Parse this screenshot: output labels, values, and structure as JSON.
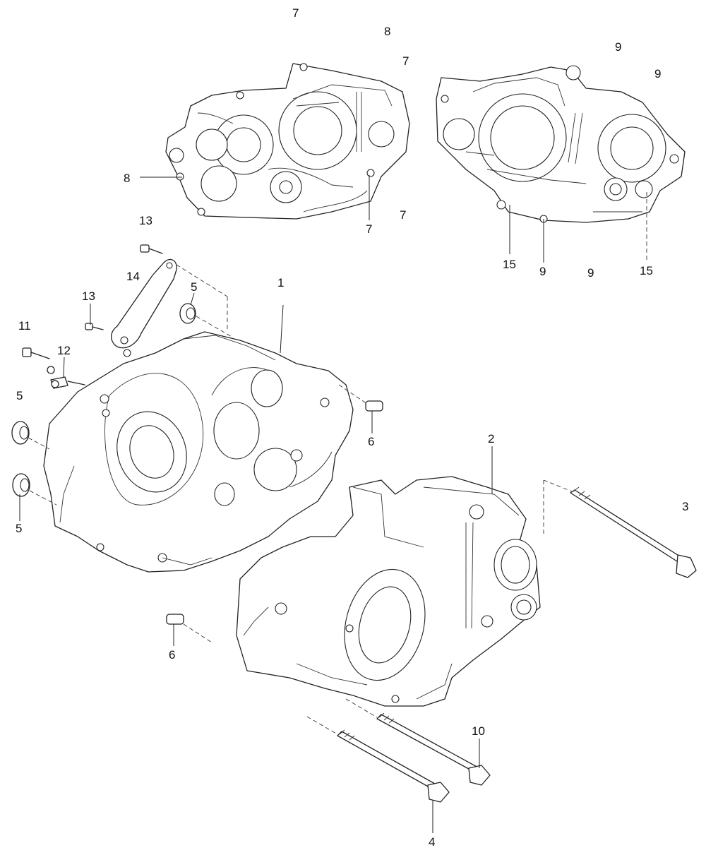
{
  "callouts": {
    "c7a": "7",
    "c8a": "8",
    "c7b": "7",
    "c9a": "9",
    "c9b": "9",
    "c8b": "8",
    "c7c": "7",
    "c7d": "7",
    "c13a": "13",
    "c15a": "15",
    "c9c": "9",
    "c9d": "9",
    "c15b": "15",
    "c14": "14",
    "c1": "1",
    "c5a": "5",
    "c13b": "13",
    "c11": "11",
    "c12": "12",
    "c5b": "5",
    "c6a": "6",
    "c2": "2",
    "c3": "3",
    "c5c": "5",
    "c6b": "6",
    "c10": "10",
    "c4": "4"
  }
}
